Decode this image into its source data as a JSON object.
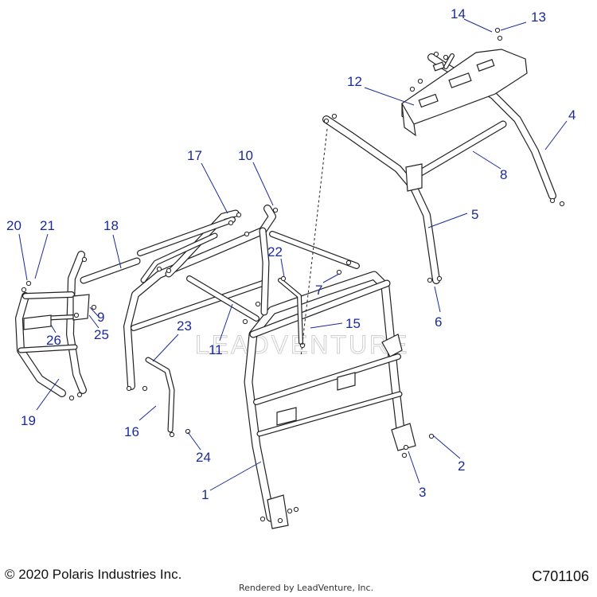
{
  "diagram": {
    "watermark": "LEADVENTURE",
    "callouts": [
      {
        "id": "1",
        "label": "1"
      },
      {
        "id": "2",
        "label": "2"
      },
      {
        "id": "3",
        "label": "3"
      },
      {
        "id": "4",
        "label": "4"
      },
      {
        "id": "5",
        "label": "5"
      },
      {
        "id": "6",
        "label": "6"
      },
      {
        "id": "7",
        "label": "7"
      },
      {
        "id": "8",
        "label": "8"
      },
      {
        "id": "9",
        "label": "9"
      },
      {
        "id": "10",
        "label": "10"
      },
      {
        "id": "11",
        "label": "11"
      },
      {
        "id": "12",
        "label": "12"
      },
      {
        "id": "13",
        "label": "13"
      },
      {
        "id": "14",
        "label": "14"
      },
      {
        "id": "15",
        "label": "15"
      },
      {
        "id": "16",
        "label": "16"
      },
      {
        "id": "17",
        "label": "17"
      },
      {
        "id": "18",
        "label": "18"
      },
      {
        "id": "19",
        "label": "19"
      },
      {
        "id": "20",
        "label": "20"
      },
      {
        "id": "21",
        "label": "21"
      },
      {
        "id": "22",
        "label": "22"
      },
      {
        "id": "23",
        "label": "23"
      },
      {
        "id": "24",
        "label": "24"
      },
      {
        "id": "25",
        "label": "25"
      },
      {
        "id": "26",
        "label": "26"
      }
    ]
  },
  "footer": {
    "copyright": "© 2020 Polaris Industries Inc.",
    "rendered_by": "Rendered by LeadVenture, Inc.",
    "diagram_code": "C701106"
  }
}
